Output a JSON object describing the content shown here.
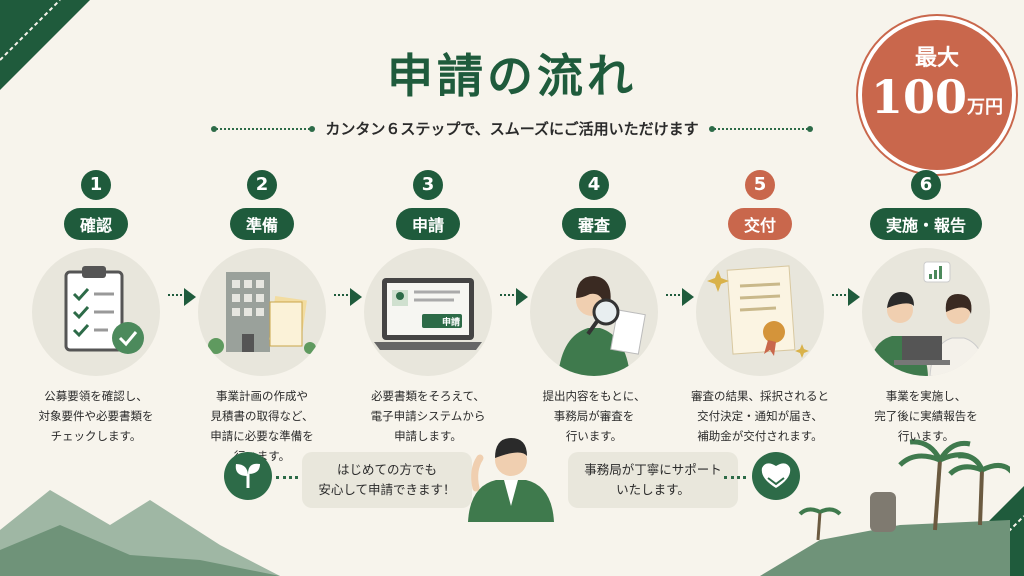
{
  "title": "申請の流れ",
  "subtitle": "カンタン６ステップで、スムーズにご活用いただけます",
  "badge": {
    "line1": "最大",
    "amount": "100",
    "unit": "万円"
  },
  "steps": [
    {
      "num": "1",
      "label": "確認",
      "desc": "公募要領を確認し、\n対象要件や必要書類を\nチェックします。"
    },
    {
      "num": "2",
      "label": "準備",
      "desc": "事業計画の作成や\n見積書の取得など、\n申請に必要な準備を\n行います。"
    },
    {
      "num": "3",
      "label": "申請",
      "desc": "必要書類をそろえて、\n電子申請システムから\n申請します。",
      "screen_button": "申請"
    },
    {
      "num": "4",
      "label": "審査",
      "desc": "提出内容をもとに、\n事務局が審査を\n行います。"
    },
    {
      "num": "5",
      "label": "交付",
      "desc": "審査の結果、採択されると\n交付決定・通知が届き、\n補助金が交付されます。"
    },
    {
      "num": "6",
      "label": "実施・報告",
      "desc": "事業を実施し、\n完了後に実績報告を\n行います。"
    }
  ],
  "bottom": {
    "left_bubble": "はじめての方でも\n安心して申請できます！",
    "right_bubble": "事務局が丁寧にサポート\nいたします。"
  },
  "colors": {
    "green": "#1f5b3c",
    "orange": "#c9674c",
    "background": "#f7f4ec"
  }
}
